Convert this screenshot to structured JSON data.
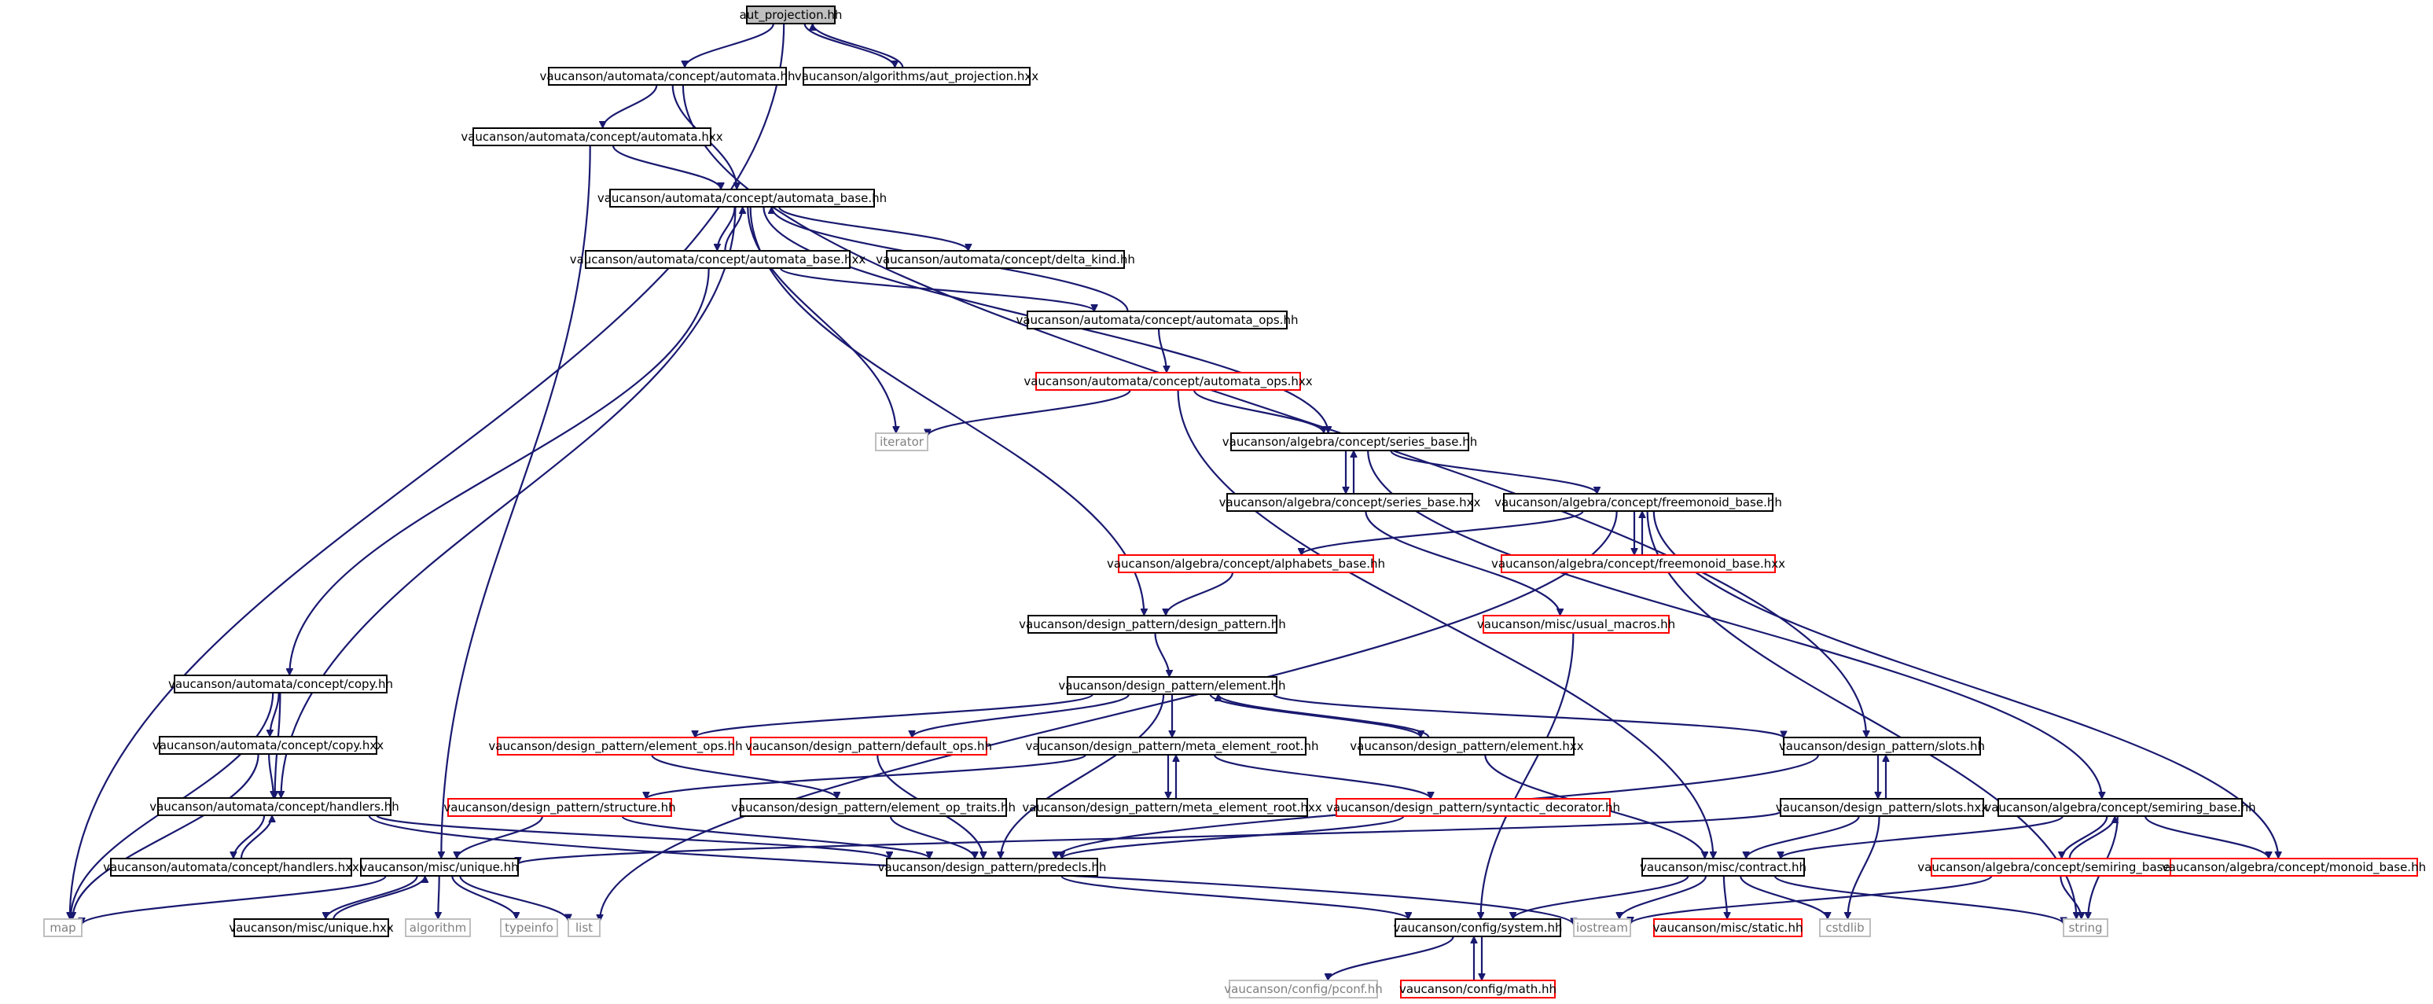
{
  "diagram": {
    "type": "include-dependency-graph",
    "colors": {
      "edge": "#191970",
      "highlight_fill": "#bfbfbf",
      "normal_border": "#000000",
      "truncated_border": "#ff0000",
      "system_border": "#bfbfbf",
      "text": "#000000",
      "system_text": "#7f7f7f"
    },
    "nodes": [
      {
        "id": "aut_projection_hh",
        "label": "aut_projection.hh",
        "style": "highlight"
      },
      {
        "id": "automata_hh",
        "label": "vaucanson/automata/concept/automata.hh",
        "style": "normal"
      },
      {
        "id": "aut_projection_hxx",
        "label": "vaucanson/algorithms/aut_projection.hxx",
        "style": "normal"
      },
      {
        "id": "automata_hxx",
        "label": "vaucanson/automata/concept/automata.hxx",
        "style": "normal"
      },
      {
        "id": "automata_base_hh",
        "label": "vaucanson/automata/concept/automata_base.hh",
        "style": "normal"
      },
      {
        "id": "automata_base_hxx",
        "label": "vaucanson/automata/concept/automata_base.hxx",
        "style": "normal"
      },
      {
        "id": "delta_kind_hh",
        "label": "vaucanson/automata/concept/delta_kind.hh",
        "style": "normal"
      },
      {
        "id": "automata_ops_hh",
        "label": "vaucanson/automata/concept/automata_ops.hh",
        "style": "normal"
      },
      {
        "id": "automata_ops_hxx",
        "label": "vaucanson/automata/concept/automata_ops.hxx",
        "style": "truncated"
      },
      {
        "id": "iterator",
        "label": "iterator",
        "style": "system"
      },
      {
        "id": "series_base_hh",
        "label": "vaucanson/algebra/concept/series_base.hh",
        "style": "normal"
      },
      {
        "id": "series_base_hxx",
        "label": "vaucanson/algebra/concept/series_base.hxx",
        "style": "normal"
      },
      {
        "id": "freemonoid_base_hh",
        "label": "vaucanson/algebra/concept/freemonoid_base.hh",
        "style": "normal"
      },
      {
        "id": "alphabets_base_hh",
        "label": "vaucanson/algebra/concept/alphabets_base.hh",
        "style": "truncated"
      },
      {
        "id": "freemonoid_base_hxx",
        "label": "vaucanson/algebra/concept/freemonoid_base.hxx",
        "style": "truncated"
      },
      {
        "id": "design_pattern_hh",
        "label": "vaucanson/design_pattern/design_pattern.hh",
        "style": "normal"
      },
      {
        "id": "usual_macros_hh",
        "label": "vaucanson/misc/usual_macros.hh",
        "style": "truncated"
      },
      {
        "id": "copy_hh",
        "label": "vaucanson/automata/concept/copy.hh",
        "style": "normal"
      },
      {
        "id": "element_hh",
        "label": "vaucanson/design_pattern/element.hh",
        "style": "normal"
      },
      {
        "id": "copy_hxx",
        "label": "vaucanson/automata/concept/copy.hxx",
        "style": "normal"
      },
      {
        "id": "element_ops_hh",
        "label": "vaucanson/design_pattern/element_ops.hh",
        "style": "truncated"
      },
      {
        "id": "default_ops_hh",
        "label": "vaucanson/design_pattern/default_ops.hh",
        "style": "truncated"
      },
      {
        "id": "meta_element_root_hh",
        "label": "vaucanson/design_pattern/meta_element_root.hh",
        "style": "normal"
      },
      {
        "id": "element_hxx",
        "label": "vaucanson/design_pattern/element.hxx",
        "style": "normal"
      },
      {
        "id": "slots_hh",
        "label": "vaucanson/design_pattern/slots.hh",
        "style": "normal"
      },
      {
        "id": "handlers_hh",
        "label": "vaucanson/automata/concept/handlers.hh",
        "style": "normal"
      },
      {
        "id": "structure_hh",
        "label": "vaucanson/design_pattern/structure.hh",
        "style": "truncated"
      },
      {
        "id": "element_op_traits_hh",
        "label": "vaucanson/design_pattern/element_op_traits.hh",
        "style": "normal"
      },
      {
        "id": "meta_element_root_hxx",
        "label": "vaucanson/design_pattern/meta_element_root.hxx",
        "style": "normal"
      },
      {
        "id": "syntactic_decorator_hh",
        "label": "vaucanson/design_pattern/syntactic_decorator.hh",
        "style": "truncated"
      },
      {
        "id": "slots_hxx",
        "label": "vaucanson/design_pattern/slots.hxx",
        "style": "normal"
      },
      {
        "id": "semiring_base_hh",
        "label": "vaucanson/algebra/concept/semiring_base.hh",
        "style": "normal"
      },
      {
        "id": "handlers_hxx",
        "label": "vaucanson/automata/concept/handlers.hxx",
        "style": "normal"
      },
      {
        "id": "unique_hh",
        "label": "vaucanson/misc/unique.hh",
        "style": "normal"
      },
      {
        "id": "predecls_hh",
        "label": "vaucanson/design_pattern/predecls.hh",
        "style": "normal"
      },
      {
        "id": "contract_hh",
        "label": "vaucanson/misc/contract.hh",
        "style": "normal"
      },
      {
        "id": "semiring_base_hxx",
        "label": "vaucanson/algebra/concept/semiring_base.hxx",
        "style": "truncated"
      },
      {
        "id": "monoid_base_hh",
        "label": "vaucanson/algebra/concept/monoid_base.hh",
        "style": "truncated"
      },
      {
        "id": "map",
        "label": "map",
        "style": "system"
      },
      {
        "id": "unique_hxx",
        "label": "vaucanson/misc/unique.hxx",
        "style": "normal"
      },
      {
        "id": "algorithm",
        "label": "algorithm",
        "style": "system"
      },
      {
        "id": "typeinfo",
        "label": "typeinfo",
        "style": "system"
      },
      {
        "id": "list",
        "label": "list",
        "style": "system"
      },
      {
        "id": "system_hh",
        "label": "vaucanson/config/system.hh",
        "style": "normal"
      },
      {
        "id": "iostream",
        "label": "iostream",
        "style": "system"
      },
      {
        "id": "static_hh",
        "label": "vaucanson/misc/static.hh",
        "style": "truncated"
      },
      {
        "id": "cstdlib",
        "label": "cstdlib",
        "style": "system"
      },
      {
        "id": "string",
        "label": "string",
        "style": "system"
      },
      {
        "id": "pconf_hh",
        "label": "vaucanson/config/pconf.hh",
        "style": "system"
      },
      {
        "id": "math_hh",
        "label": "vaucanson/config/math.hh",
        "style": "truncated"
      }
    ],
    "edges": [
      [
        "aut_projection_hh",
        "automata_hh"
      ],
      [
        "aut_projection_hh",
        "aut_projection_hxx"
      ],
      [
        "aut_projection_hxx",
        "aut_projection_hh"
      ],
      [
        "aut_projection_hh",
        "map"
      ],
      [
        "automata_hh",
        "automata_hxx"
      ],
      [
        "automata_hh",
        "automata_base_hh"
      ],
      [
        "automata_hh",
        "slots_hh"
      ],
      [
        "automata_hxx",
        "automata_base_hh"
      ],
      [
        "automata_hxx",
        "unique_hh"
      ],
      [
        "automata_base_hh",
        "automata_base_hxx"
      ],
      [
        "automata_base_hxx",
        "automata_base_hh"
      ],
      [
        "automata_base_hh",
        "delta_kind_hh"
      ],
      [
        "automata_base_hh",
        "series_base_hh"
      ],
      [
        "automata_base_hh",
        "iterator"
      ],
      [
        "automata_base_hh",
        "design_pattern_hh"
      ],
      [
        "automata_base_hh",
        "handlers_hh"
      ],
      [
        "automata_base_hxx",
        "automata_ops_hh"
      ],
      [
        "automata_base_hxx",
        "copy_hh"
      ],
      [
        "automata_ops_hh",
        "automata_base_hh"
      ],
      [
        "automata_ops_hh",
        "automata_ops_hxx"
      ],
      [
        "automata_ops_hxx",
        "iterator"
      ],
      [
        "automata_ops_hxx",
        "series_base_hh"
      ],
      [
        "automata_ops_hxx",
        "contract_hh"
      ],
      [
        "series_base_hh",
        "series_base_hxx"
      ],
      [
        "series_base_hxx",
        "series_base_hh"
      ],
      [
        "series_base_hh",
        "freemonoid_base_hh"
      ],
      [
        "series_base_hh",
        "semiring_base_hh"
      ],
      [
        "series_base_hxx",
        "usual_macros_hh"
      ],
      [
        "freemonoid_base_hh",
        "alphabets_base_hh"
      ],
      [
        "freemonoid_base_hh",
        "freemonoid_base_hxx"
      ],
      [
        "freemonoid_base_hxx",
        "freemonoid_base_hh"
      ],
      [
        "freemonoid_base_hh",
        "monoid_base_hh"
      ],
      [
        "freemonoid_base_hh",
        "string"
      ],
      [
        "freemonoid_base_hh",
        "list"
      ],
      [
        "alphabets_base_hh",
        "design_pattern_hh"
      ],
      [
        "design_pattern_hh",
        "element_hh"
      ],
      [
        "usual_macros_hh",
        "system_hh"
      ],
      [
        "copy_hh",
        "copy_hxx"
      ],
      [
        "copy_hh",
        "handlers_hh"
      ],
      [
        "copy_hh",
        "map"
      ],
      [
        "copy_hxx",
        "handlers_hh"
      ],
      [
        "copy_hxx",
        "map"
      ],
      [
        "element_hh",
        "element_ops_hh"
      ],
      [
        "element_hh",
        "default_ops_hh"
      ],
      [
        "element_hh",
        "meta_element_root_hh"
      ],
      [
        "element_hh",
        "element_hxx"
      ],
      [
        "element_hxx",
        "element_hh"
      ],
      [
        "element_hh",
        "slots_hh"
      ],
      [
        "element_hh",
        "predecls_hh"
      ],
      [
        "element_hxx",
        "contract_hh"
      ],
      [
        "element_ops_hh",
        "element_op_traits_hh"
      ],
      [
        "default_ops_hh",
        "predecls_hh"
      ],
      [
        "meta_element_root_hh",
        "structure_hh"
      ],
      [
        "meta_element_root_hh",
        "meta_element_root_hxx"
      ],
      [
        "meta_element_root_hxx",
        "meta_element_root_hh"
      ],
      [
        "meta_element_root_hh",
        "syntactic_decorator_hh"
      ],
      [
        "slots_hh",
        "slots_hxx"
      ],
      [
        "slots_hxx",
        "slots_hh"
      ],
      [
        "slots_hh",
        "predecls_hh"
      ],
      [
        "slots_hxx",
        "contract_hh"
      ],
      [
        "slots_hxx",
        "cstdlib"
      ],
      [
        "slots_hxx",
        "unique_hh"
      ],
      [
        "handlers_hh",
        "handlers_hxx"
      ],
      [
        "handlers_hxx",
        "handlers_hh"
      ],
      [
        "handlers_hh",
        "predecls_hh"
      ],
      [
        "handlers_hh",
        "iostream"
      ],
      [
        "structure_hh",
        "unique_hh"
      ],
      [
        "structure_hh",
        "predecls_hh"
      ],
      [
        "element_op_traits_hh",
        "predecls_hh"
      ],
      [
        "syntactic_decorator_hh",
        "predecls_hh"
      ],
      [
        "semiring_base_hh",
        "semiring_base_hxx"
      ],
      [
        "semiring_base_hxx",
        "semiring_base_hh"
      ],
      [
        "semiring_base_hh",
        "monoid_base_hh"
      ],
      [
        "semiring_base_hh",
        "contract_hh"
      ],
      [
        "semiring_base_hh",
        "string"
      ],
      [
        "semiring_base_hxx",
        "iostream"
      ],
      [
        "semiring_base_hxx",
        "string"
      ],
      [
        "unique_hh",
        "unique_hxx"
      ],
      [
        "unique_hxx",
        "unique_hh"
      ],
      [
        "unique_hh",
        "map"
      ],
      [
        "unique_hh",
        "algorithm"
      ],
      [
        "unique_hh",
        "typeinfo"
      ],
      [
        "unique_hh",
        "list"
      ],
      [
        "predecls_hh",
        "system_hh"
      ],
      [
        "contract_hh",
        "system_hh"
      ],
      [
        "contract_hh",
        "iostream"
      ],
      [
        "contract_hh",
        "static_hh"
      ],
      [
        "contract_hh",
        "cstdlib"
      ],
      [
        "contract_hh",
        "string"
      ],
      [
        "system_hh",
        "pconf_hh"
      ],
      [
        "system_hh",
        "math_hh"
      ],
      [
        "math_hh",
        "system_hh"
      ]
    ]
  }
}
